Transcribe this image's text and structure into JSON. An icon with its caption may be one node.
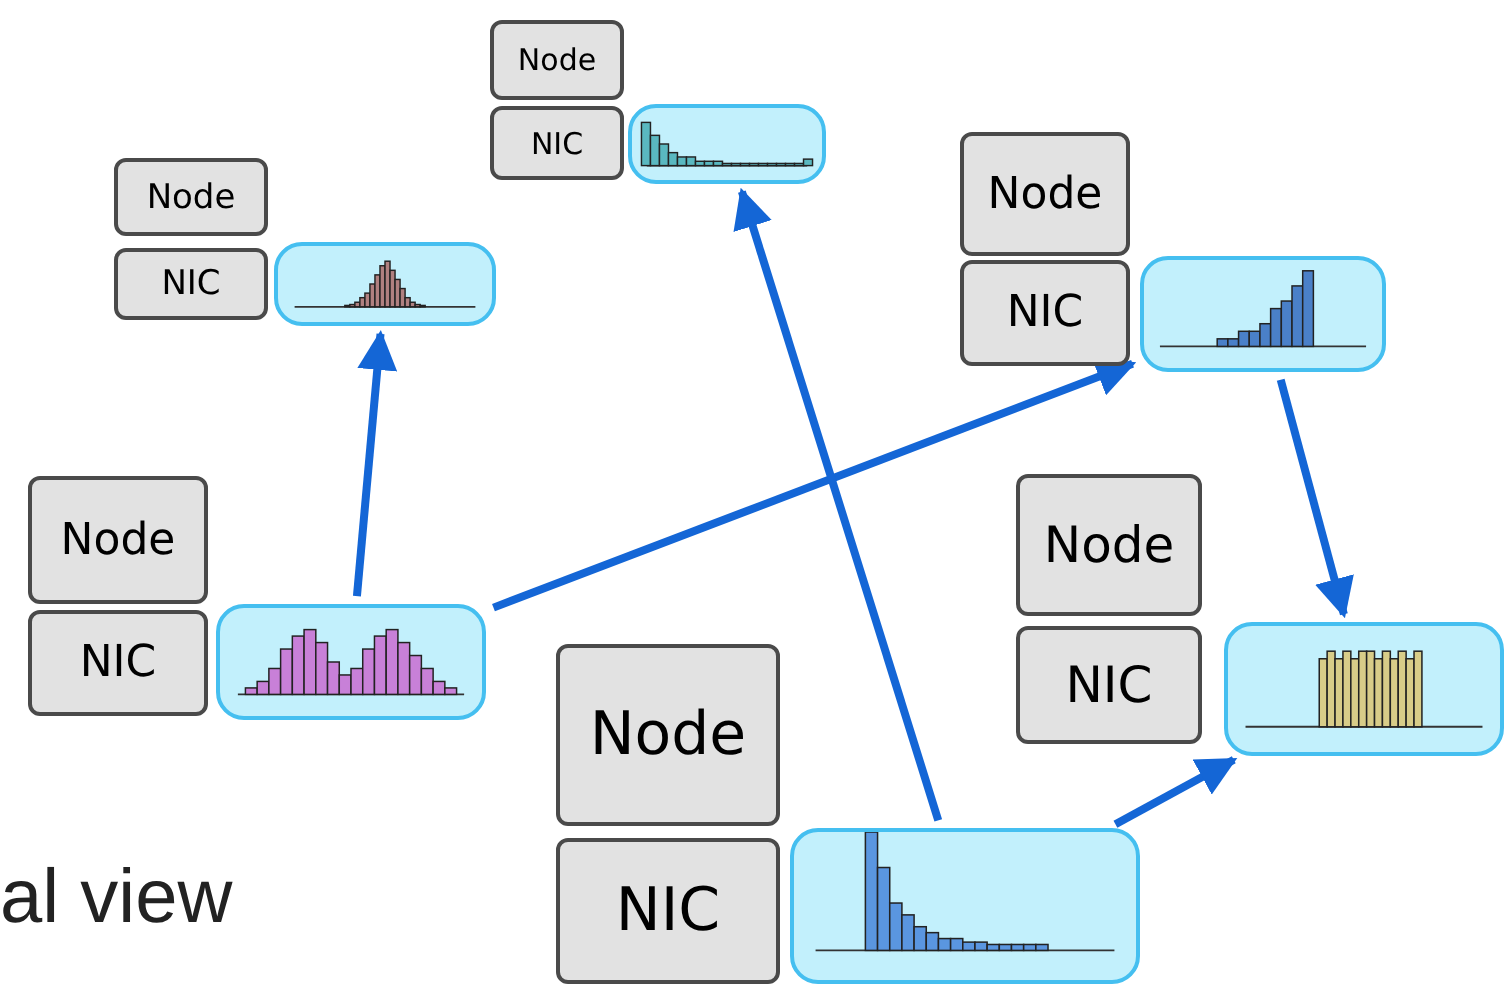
{
  "diagram": {
    "nodes": [
      {
        "text": [
          "Node"
        ]
      },
      {
        "text": [
          "NIC"
        ]
      },
      {
        "text": [],
        "shape": "box"
      },
      {
        "text": [
          "Node"
        ]
      },
      {
        "text": [
          "NIC"
        ]
      },
      {
        "text": [],
        "shape": "box"
      },
      {
        "text": [
          "Node"
        ]
      },
      {
        "text": [
          "NIC"
        ]
      },
      {
        "text": [],
        "shape": "box"
      },
      {
        "text": [
          "Node"
        ]
      },
      {
        "text": [
          "NIC"
        ]
      },
      {
        "text": [],
        "shape": "box"
      },
      {
        "text": [
          "Node"
        ]
      },
      {
        "text": [
          "NIC"
        ]
      },
      {
        "text": [],
        "shape": "box"
      },
      {
        "text": [
          "Node"
        ]
      },
      {
        "text": [
          "NIC"
        ]
      },
      {
        "text": [],
        "shape": "box"
      }
    ],
    "edges": [
      {
        "from": 11,
        "to": 8,
        "arrow": "to"
      },
      {
        "from": 11,
        "to": 5,
        "arrow": "to"
      },
      {
        "from": 5,
        "to": 14,
        "arrow": "to"
      },
      {
        "from": 17,
        "to": 2,
        "arrow": "to"
      },
      {
        "from": 17,
        "to": 14,
        "arrow": "to"
      }
    ],
    "labels": [
      "al view"
    ]
  }
}
